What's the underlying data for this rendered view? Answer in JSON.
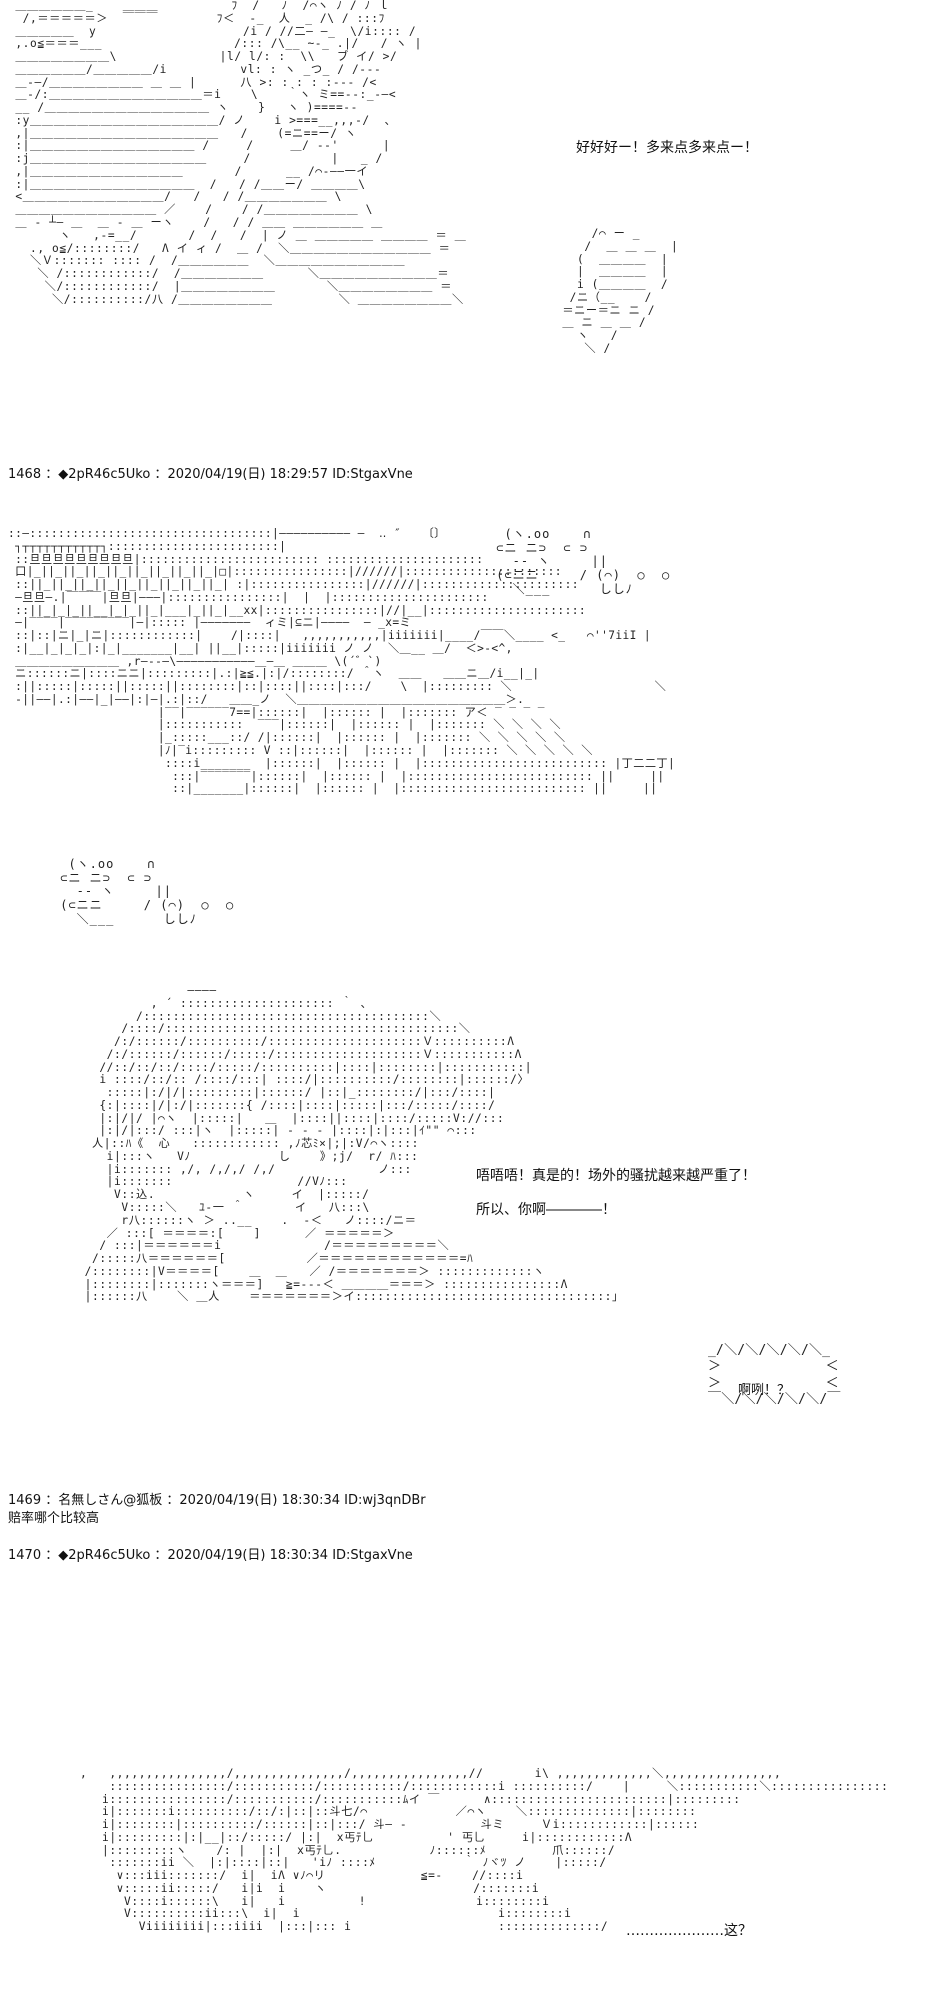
{
  "posts": [
    {
      "number": "1468",
      "author": "◆2pR46c5Uko",
      "date": "2020/04/19(日)",
      "time": "18:29:57",
      "id": "ID:StgaxVne"
    },
    {
      "number": "1469",
      "author": "名無しさん@狐板",
      "date": "2020/04/19(日)",
      "time": "18:30:34",
      "id": "ID:wj3qnDBr",
      "body": "赔率哪个比较高"
    },
    {
      "number": "1470",
      "author": "◆2pR46c5Uko",
      "date": "2020/04/19(日)",
      "time": "18:30:34",
      "id": "ID:StgaxVne"
    }
  ],
  "dialog": {
    "line1": "好好好ー！多来点多来点ー！",
    "line2": "唔唔唔！真是的！场外的骚扰越来越严重了！",
    "line3": "所以、你啊――――！",
    "bubble": "啊咧！？",
    "line4": "…………………这？"
  },
  "art": {
    "figure_left": " ＿＿＿＿＿＿_    ＿＿＿          ﾌ  /   ﾉ  /⌒ヽ ﾉ / ﾉ ｌ\n  /,＝＝＝＝＝＞  ￣￣￣        ﾌ＜  -_  人  _ /\\ / :::ﾌ\n ＿＿＿＿＿  y                    /i / //二― ―_  \\/i:::: /\n ,.o≦＝＝＝___                  /::: /\\__ ~-_ .|/   / ヽ |\n ＿＿＿＿＿＿＿＿\\              |l/ l/: :  \\\\   ブ イ/ >/\n ＿＿＿＿＿＿/＿＿＿＿＿/i          vl: : ヽ _つ_ / /---\n ＿-―/＿＿＿＿＿＿＿＿ ＿ ＿ |      八 >: : : : :--- /<\n ＿-/:＿＿＿＿＿＿＿＿＿＿＿＿＿＝i    \\    ｀ヽ ミ==--:_-―< \n __ /＿＿＿＿＿＿＿＿＿＿＿＿＿＿ ヽ    }   ヽ )====--\n :y＿＿＿＿＿＿＿＿＿＿＿＿＿＿＿＿/ ノ    i >===__,,,-/  、  \n ,|＿＿＿＿＿＿＿＿＿＿＿＿＿＿＿＿   /    (=ニ==ー/ ヽ\n :|＿＿＿＿＿＿＿＿＿＿＿＿＿＿ /     /     ＿/ --'      |\n :j＿＿＿＿＿＿＿＿＿＿＿＿＿＿＿     /           |   _ /\n ,|＿＿＿＿＿＿＿＿＿＿＿＿＿       /      __ /⌒-――一イ\n :|＿＿＿＿＿＿＿＿＿＿＿＿＿＿  /   / /＿＿ー/ ＿＿＿＿\\\n <＿＿＿＿＿＿＿＿＿＿＿＿/   /   / /＿＿＿＿＿＿＿ \\\n ＿＿＿＿＿＿＿＿＿＿＿＿ ／    /    / /＿＿＿＿＿＿＿＿ \\\n ＿ - ┴― ＿  ＿ - ＿ ーヽ    /   / / ＿＿ ＿＿＿＿＿＿ ＿\n       ヽ   ,-=__/       /  /   /  | ノ ＿ ＿＿＿＿＿ ＿＿＿＿ ＝ ＿\n   ., o≦/::::::::/   Λ イ ィ /  ＿ /  ＼＿＿＿＿＿＿＿＿＿＿＿＿ ＝\n   ＼Ｖ::::::: :::: /  /＿＿＿＿＿＿  ＼＿＿＿＿＿＿＿＿＿＿＿ \n    ＼ /::::::::::::/  /＿＿＿＿＿＿＿      ＼＿＿＿＿＿＿＿＿＿＿＝\n     ＼/::::::::::::/  |＿＿＿＿＿＿＿＿       ＼＿＿＿＿＿＿＿＿ ＝\n      ＼/::::::::::/八 /＿＿＿＿＿＿＿＿         ＼ ＿＿＿＿＿＿＿＿＼",
    "fist": "     /⌒ ー _\n    /  ＿ ＿ ＿  |\n   (  ＿＿＿＿  |\n   |  ＿＿＿＿  |\n   i (＿＿＿＿  /\n  /ニ（__    /\n ＝ニー＝ニ ニ /\n ＿ ニ ＿ ＿ /\n   ヽ   /\n    ＼ /",
    "scene": "::―::::::::::::::::::::::::::::::::::|―――――――――― ―  ‥ ″   〔〕\n ┐┬┬┬┬┬┬┬┬┬┬┬┐::::::::::::::::::::::::|\n ::旦旦旦旦旦旦旦旦旦|::::::::::::::::::::::::: ::::::::::::::::::::::\n 口|_||_||_||_||_||_||_||_||_|□|::::::::::::::::|//////|::::::::::::::::::::::\n ::||_||_||_||_||_||_||_||_||_| :|::::::::::::::::|//////|::::::::::::::::::::::\n ―旦旦―.|￣￣￣|旦旦|―――|::::::::::::::::|  |  |::::::::::::::::::::::\n ::||_|_|_||__|_|_||_|___|_||_|__xx|::::::::::::::::|//|__|::::::::::::::::::::::\n ―|‾‾‾‾|‾‾‾‾‾‾‾‾‾|―|::::: |―――――――  ィミ|⊆ニ|――――  ― _x=ミ\n ::|::|ニ|_|ニ|::::::::::::|    /|::::|   ,,,,,,,,,,,|iiiiiii|____/￣￣＼____ <_   ⌒''7iiI |\n :|__|_|_|_|:|_|_______|__| ||__|:::::|iiiiiii ノ ノ  ＼＿__ ＿/  ＜>-<^,\n ＿＿＿＿＿＿＿＿＿ ,r―--―\\―――――――――――＿―＿ ＿＿＿ \\(´゛`)\n ニ::::::ニ|::::ニニ|:::::::::|.:|≧≦.|:|/::::::::/ ＾ヽ  ＿＿   ＿＿ニ＿/i__|_|\n :||:::::|:::::||:::::||::::::::|::|::::||::::|:::/    \\  |::::::::: ＼                    ＼\n -||――|.:|――|_|――|:|―|.:|::/   ＿＿_ノ  ＼＿＿＿＿＿＿＿＿＿＿＿＿＿＿＿＿＿＿＞.\n                     |‾‾|‾‾‾‾‾‾7==|::::::|  |:::::: |  |::::::: ア＜ ‾ ‾ ‾ ‾ \n                     |:::::::::::  ‾‾‾|::::::|  |:::::: |  |::::::: ＼ ＼ ＼ ＼\n                     |_:::::___::/ /|::::::|  |:::::: |  |::::::: ＼ ＼ ＼ ＼ ＼\n                     |ﾉ|‾i::::::::: V ::|::::::|  |:::::: |  |::::::: ＼ ＼ ＼ ＼ ＼\n                      ::::i_______  |::::::|  |:::::: |  |:::::::::::::::::::::::::: |丁二二丁|\n                       :::|‾‾‾‾‾‾‾|::::::|  |:::::: |  |:::::::::::::::::::::::::: ||     ||\n                       ::|_______|::::::|  |:::::: |  |:::::::::::::::::::::::::: ||     ||",
    "small_face_right": "  (ヽ.oo    ∩\n ⊂ニ ニ⊃  ⊂ ⊃\n   -- ヽ     ||\n (⊂ニニ     / (⌒)  ○  ○\n   ＼___      ししﾉ",
    "small_face_left": "  (ヽ.oo    ∩\n ⊂ニ ニ⊃  ⊂ ⊃\n   -- ヽ     ||\n (⊂ニニ     / (⌒)  ○  ○\n   ＼___      ししﾉ",
    "girl": "                   ――――\n              , ´ ::::::::::::::::::::: ｀ 、\n            /:::::::::::::::::::::::::::::::::::::::＼\n          /::::/::::::::::::::::::::::::::::::::::::::::＼\n         /:/::::::/::::::::::/:::::::::::::::::::::Ｖ::::::::::Λ\n        /:/::::::/::::::/:::::/::::::::::::::::::::Ｖ:::::::::::Λ\n       //::/::/::/::::/:::::/::::::::::|::::|::::::::|:::::::::::|\n       i ::::/::/:: /::::/:::| ::::/|::::::::::/::::::::|::::::/〉\n        :::::|:/|/|:::::::::|::::::/ |::|_::::::::/|:::/::::|\n       {:|::::|/|:/|:::::::{ /::::|::::|:::::|:::/:::::/::::/\n       |:|/|/ |⌒ヽ  |:::::|   ＿  |::::||::::|::::/:::::V://:::\n       |:|/|:::/ :::|ヽ  |:::::| ‐ ‐ ‐ |::::|:|:::|ｲ\"\" ⌒:::\n      人|::ﾊ《  心   :::::::::::: ,ﾉ芯ﾐ×|;|:V/⌒ヽ::::\n        i|:::ヽ   Vﾉ            し    》;j/  r/ ﾊ:::\n        |i::::::: ,/, /,/,/ /,/              ノ:::\n        |i:::::::                 //Vﾉ:::\n         V::込.            ヽ     イ  |:::::/\n          V:::::＼   ﾕ-一 ＾       イ   八:::\\\n          r八::::::ヽ ＞ ..__    .  -＜   ノ::::/ニ＝\n        ／ :::[ ＝＝＝＝:[    ]      ／ ＝＝＝＝＝＞\n       / :::|＝＝＝＝＝＝i              /＝＝＝＝＝＝＝＝＝＼\n      /:::::八＝＝＝＝＝＝[           ／＝＝＝＝＝＝＝＝＝＝＝＝=ﾊ\n     /::::::::|V＝＝＝＝[    ＿  ＿   ／ /＝＝＝＝＝＝＝＞ :::::::::::::ヽ\n     |::::::::|:::::::ヽ＝＝＝]   ≧=---＜ ＿＿＿＿＝＝＝＞ ::::::::::::::::Λ\n     |::::::八    ＼ ＿人    ＝＝＝＝＝＝＝＞イ:::::::::::::::::::::::::::::::::::｣",
    "bubble_frame": " _/＼/＼/＼/＼/＼_\n ＞             ＜\n ＞             ＜\n ￣＼/＼/＼/＼/＼/￣",
    "figure_bottom": "   ,   ,,,,,,,,,,,,,,,,/,,,,,,,,,,,,,,,/,,,,,,,,,,,,,,,,//       i\\ ,,,,,,,,,,,,,＼,,,,,,,,,,,,,,,,\n       ::::::::::::::::/:::::::::::/:::::::::::/::::::::::::i ::::::::::/    |     ＼:::::::::::＼::::::::::::::::\n      i::::::::::::::::/:::::::::::/:::::::::::ﾑイ ￣      ∧::::::::::::::::::::::::|:::::::::\n      i|:::::::i::::::::::/::/:|::|::斗七/⌒            ／⌒ヽ    ＼::::::::::::::|::::::::\n      i|::::::::|::::::::::/::::::|::|:::/ 斗― ‐          斗ミ     Ｖi::::::::::::|::::::\n      i|:::::::::|:|__|::/:::::/ |:|  x丐ﾃ乚          ' 丐乚     i|::::::::::::Λ\n      |:::::::::ヽ    /: |  |:|  x丐ﾃ乚.            ﾉ::::::ﾒ         爪::::::/\n       :::::::ii ＼  |:|::::|::|   'iﾉ ::::ﾒ            ｀ ﾉヾﾂ ノ    |:::::/\n        ∨:::iii:::::::/  i|  iΛ ∨ﾉ⌒リ             ≦=-    //::::i\n        ∨:::::ii:::::/   i|i  i    ヽ                    /:::::::i\n         V::::i::::::\\   i|   i          !               i::::::::i\n         V::::::::::ii:::\\  i|  i                           i::::::::i\n           Viiiiiiii|:::iiii  |:::|::: i                    ::::::::::::::/"
  }
}
